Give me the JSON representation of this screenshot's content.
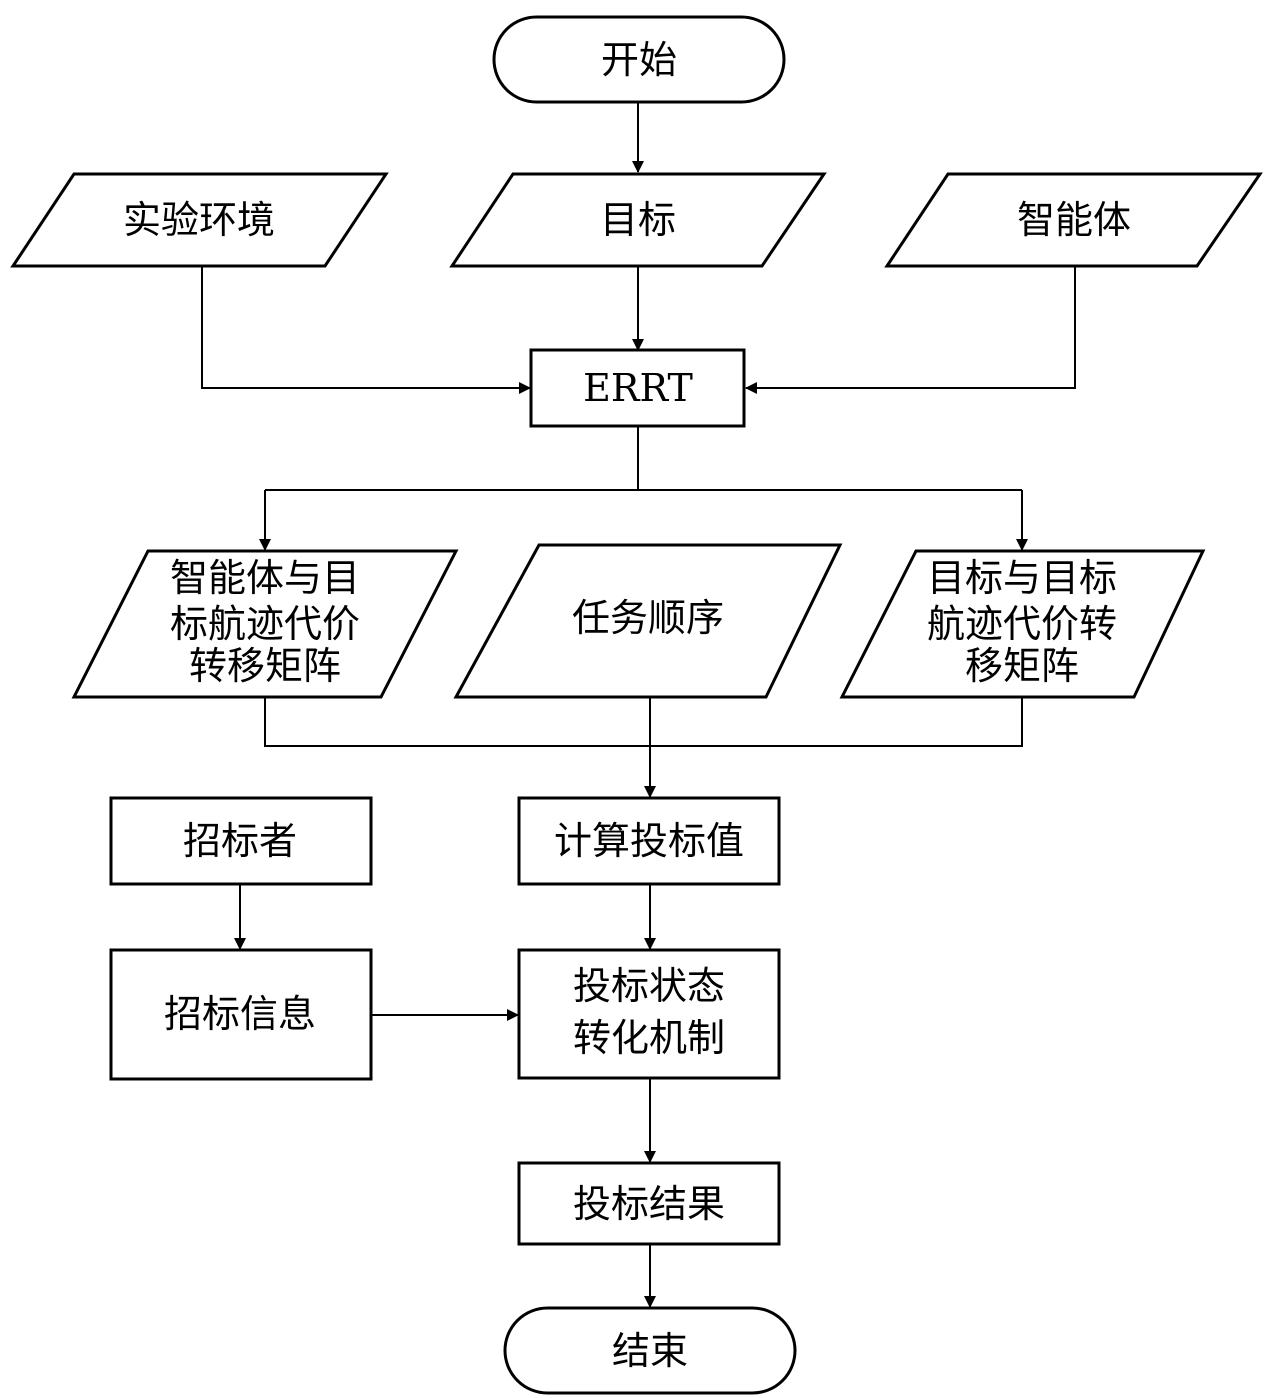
{
  "nodes": {
    "start": {
      "text": "开始"
    },
    "env": {
      "text": "实验环境"
    },
    "target": {
      "text": "目标"
    },
    "agent": {
      "text": "智能体"
    },
    "errt": {
      "text": "ERRT"
    },
    "agent_target_matrix": {
      "lines": [
        "智能体与目",
        "标航迹代价",
        "转移矩阵"
      ]
    },
    "task_order": {
      "text": "任务顺序"
    },
    "target_target_matrix": {
      "lines": [
        "目标与目标",
        "航迹代价转",
        "移矩阵"
      ]
    },
    "tenderer": {
      "text": "招标者"
    },
    "compute_bid": {
      "text": "计算投标值"
    },
    "tender_info": {
      "text": "招标信息"
    },
    "bid_state": {
      "lines": [
        "投标状态",
        "转化机制"
      ]
    },
    "bid_result": {
      "text": "投标结果"
    },
    "end": {
      "text": "结束"
    }
  }
}
